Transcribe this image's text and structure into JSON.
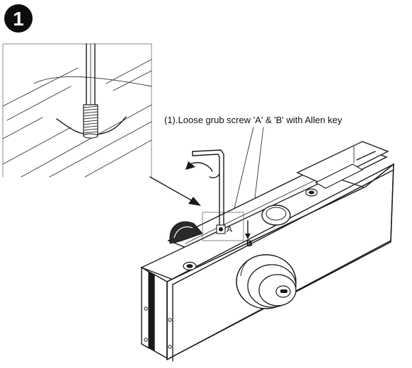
{
  "step": {
    "number": "1"
  },
  "instruction": {
    "text": "(1).Loose grub screw 'A' & 'B' with Allen key"
  },
  "labels": {
    "a": "A",
    "b": "B"
  },
  "icons": [
    "step-number-badge",
    "allen-key-icon",
    "rotation-arrow-icon"
  ]
}
